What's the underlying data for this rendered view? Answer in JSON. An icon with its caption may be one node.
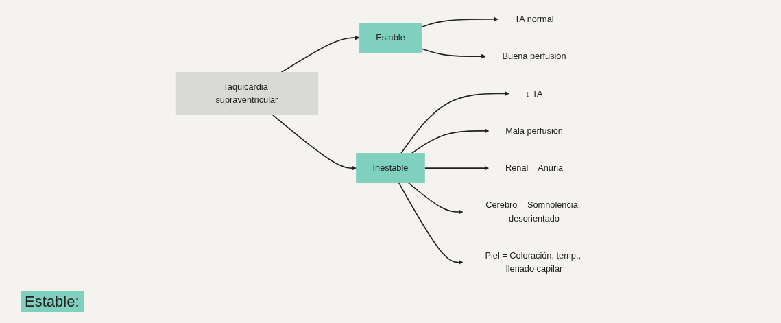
{
  "diagram": {
    "nodes": [
      {
        "text": [
          "Taquicardia supraventricular"
        ]
      },
      {
        "text": [
          "Estable"
        ]
      },
      {
        "text": [
          "TA normal"
        ]
      },
      {
        "text": [
          "Buena perfusión"
        ]
      },
      {
        "text": [
          "Inestable"
        ]
      },
      {
        "text": [
          "↓ TA"
        ]
      },
      {
        "text": [
          "Mala perfusión"
        ]
      },
      {
        "text": [
          "Renal = Anuria"
        ]
      },
      {
        "text": [
          "Cerebro = Somnolencia, desorientado"
        ]
      },
      {
        "text": [
          "Piel = Coloración, temp., llenado capilar"
        ]
      }
    ],
    "edges": [
      {
        "from": 0,
        "to": 1,
        "arrow": "to"
      },
      {
        "from": 0,
        "to": 4,
        "arrow": "to"
      },
      {
        "from": 1,
        "to": 2,
        "arrow": "to"
      },
      {
        "from": 1,
        "to": 3,
        "arrow": "to"
      },
      {
        "from": 4,
        "to": 5,
        "arrow": "to"
      },
      {
        "from": 4,
        "to": 6,
        "arrow": "to"
      },
      {
        "from": 4,
        "to": 7,
        "arrow": "to"
      },
      {
        "from": 4,
        "to": 8,
        "arrow": "to"
      },
      {
        "from": 4,
        "to": 9,
        "arrow": "to"
      }
    ],
    "labels": [
      "Estable:"
    ]
  }
}
